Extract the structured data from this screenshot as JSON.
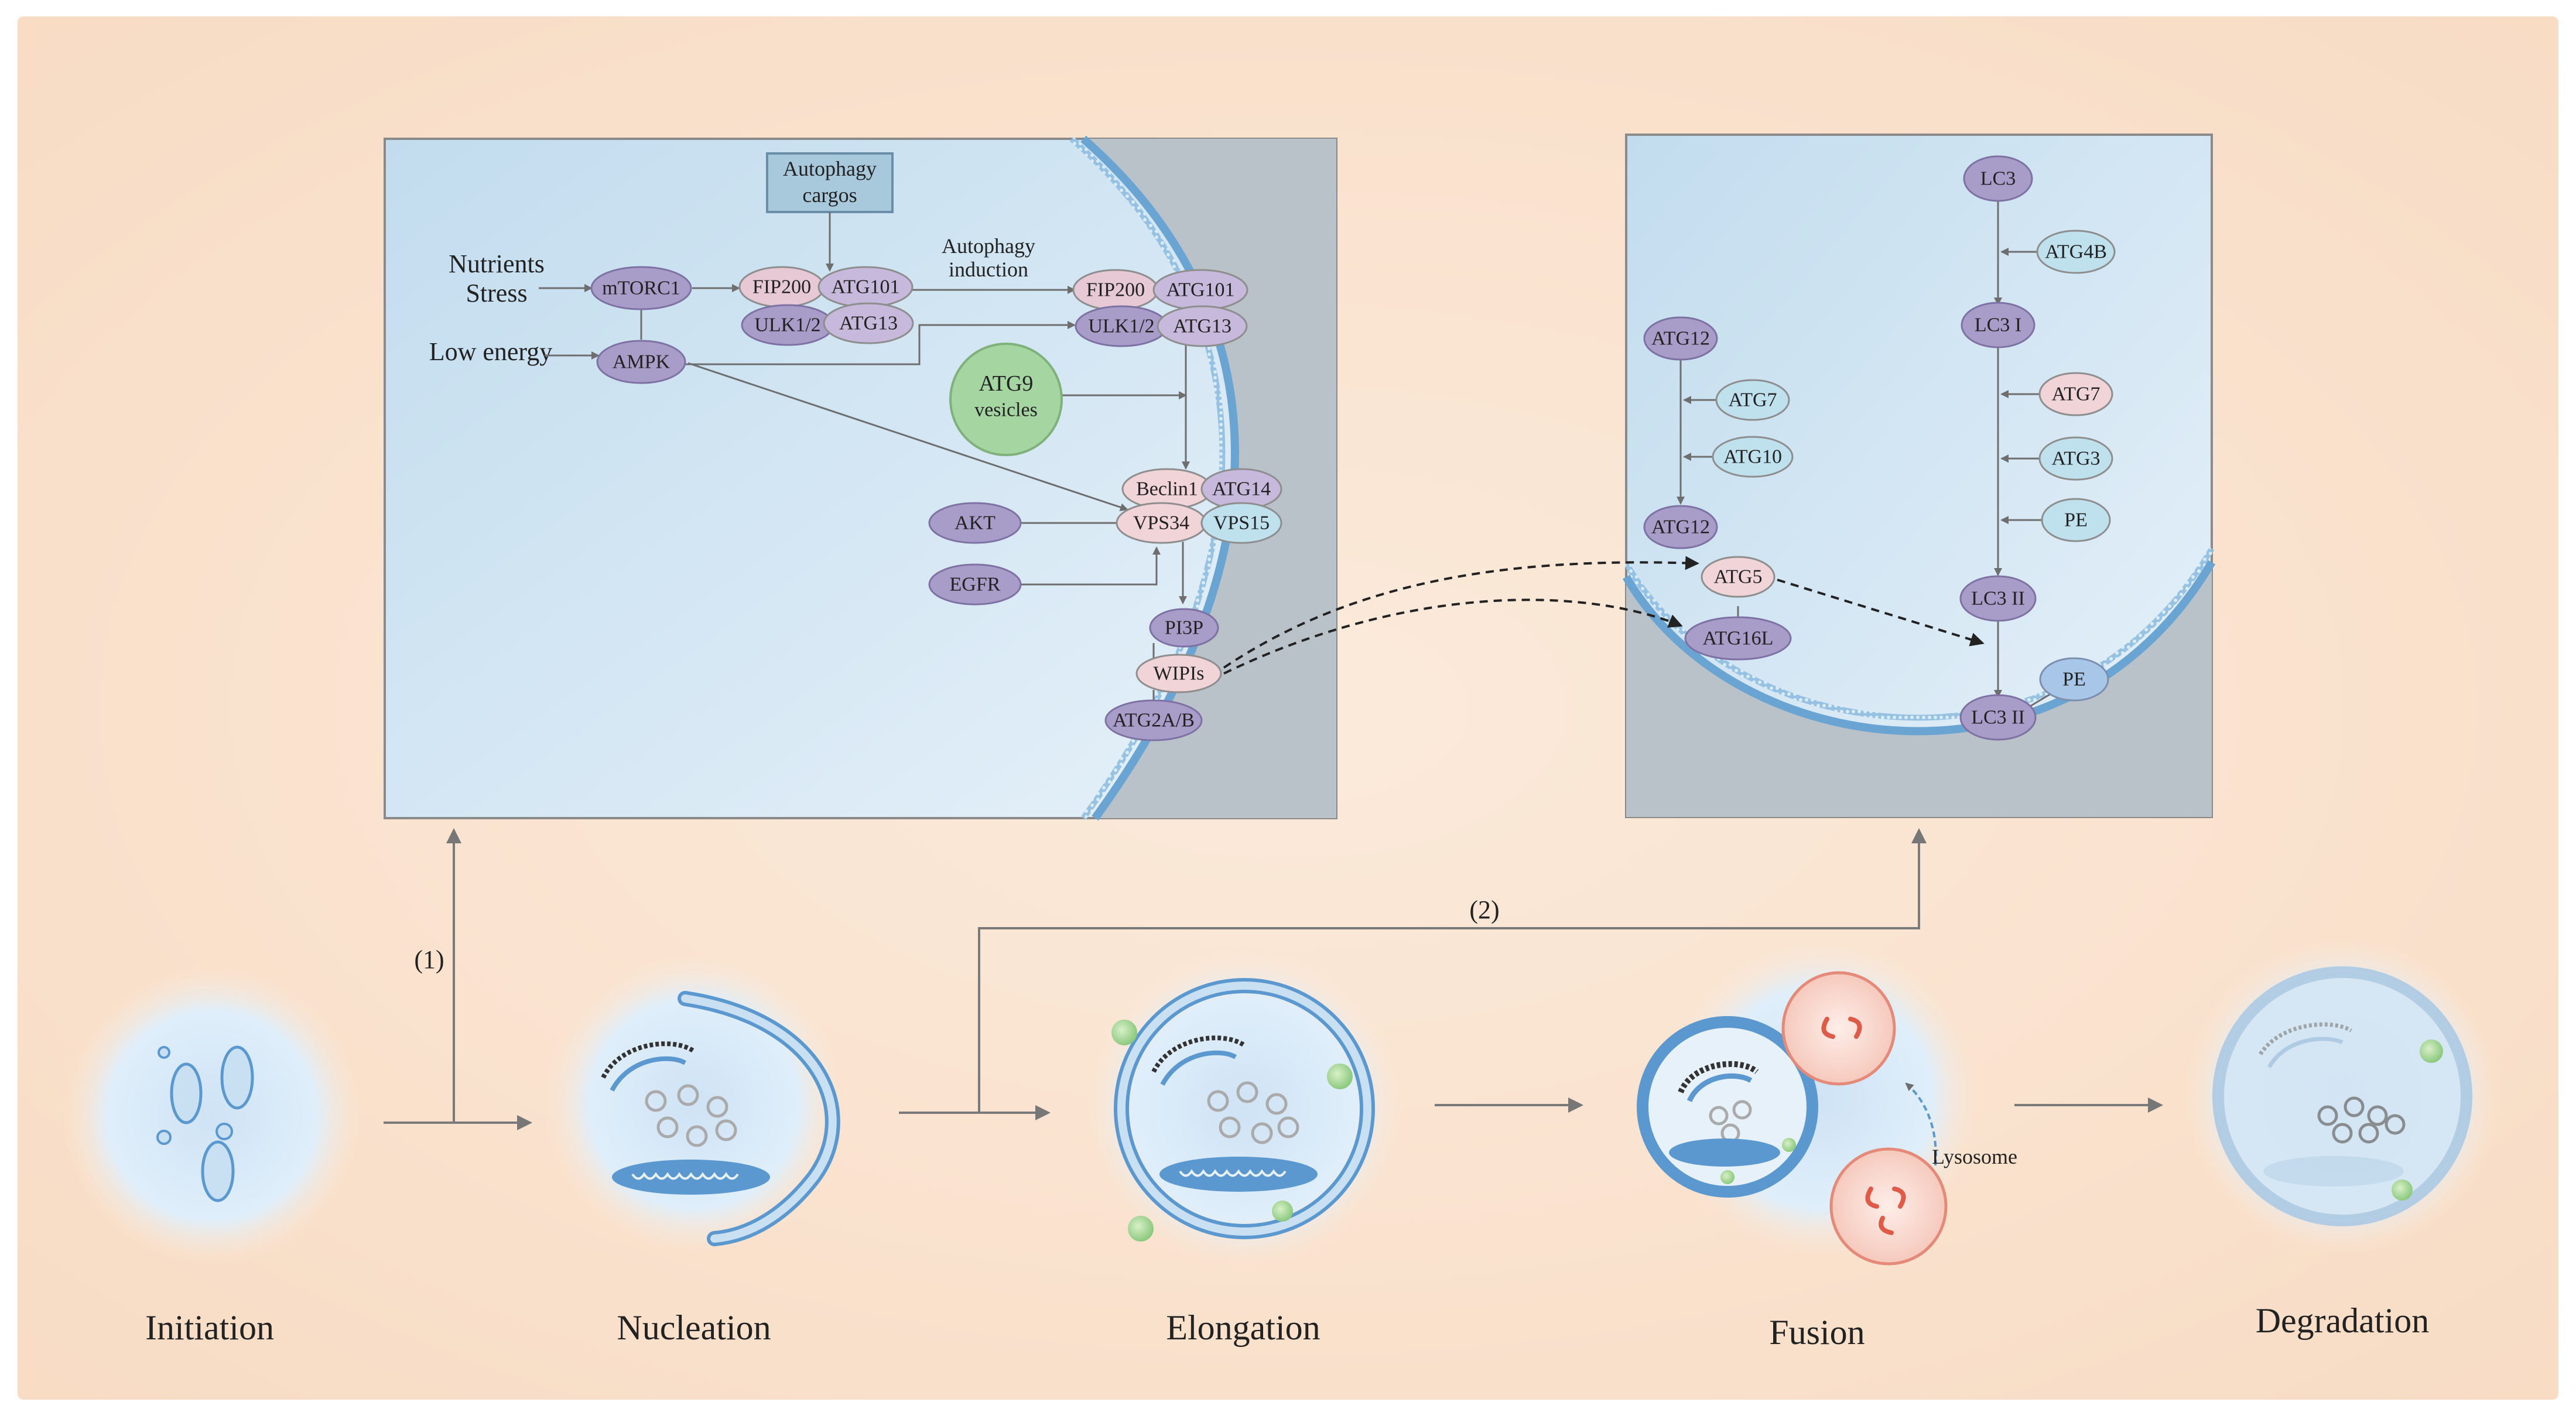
{
  "stages": [
    "Initiation",
    "Nucleation",
    "Elongation",
    "Fusion",
    "Degradation"
  ],
  "path_labels": {
    "one": "(1)",
    "two": "(2)"
  },
  "left_panel": {
    "inputs": {
      "nutrients": "Nutrients",
      "stress": "Stress",
      "low_energy": "Low energy"
    },
    "cargos": [
      "Autophagy",
      "cargos"
    ],
    "induction": [
      "Autophagy",
      "induction"
    ],
    "atg9": [
      "ATG9",
      "vesicles"
    ],
    "nodes": {
      "mtorc1": "mTORC1",
      "ampk": "AMPK",
      "fip200_a": "FIP200",
      "atg101_a": "ATG101",
      "ulk_a": "ULK1/2",
      "atg13_a": "ATG13",
      "fip200_b": "FIP200",
      "atg101_b": "ATG101",
      "ulk_b": "ULK1/2",
      "atg13_b": "ATG13",
      "beclin1": "Beclin1",
      "atg14": "ATG14",
      "vps34": "VPS34",
      "vps15": "VPS15",
      "akt": "AKT",
      "egfr": "EGFR",
      "pi3p": "PI3P",
      "wipis": "WIPIs",
      "atg2ab": "ATG2A/B"
    }
  },
  "right_panel": {
    "nodes": {
      "atg12_top": "ATG12",
      "atg7_a": "ATG7",
      "atg10": "ATG10",
      "atg12_mid": "ATG12",
      "atg5": "ATG5",
      "atg16l": "ATG16L",
      "lc3": "LC3",
      "atg4b": "ATG4B",
      "lc3_i": "LC3 I",
      "atg7_b": "ATG7",
      "atg3": "ATG3",
      "pe_a": "PE",
      "lc3_ii_a": "LC3 II",
      "pe_b": "PE",
      "lc3_ii_b": "LC3 II"
    }
  },
  "lysosome_label": "Lysosome",
  "colors": {
    "background": "#fdeedd",
    "panel": "#cfe4f2",
    "purple": "#a89cc8",
    "pink": "#f1d4d8",
    "teal": "#bfe1ee",
    "green": "#9fd39a",
    "membrane": "#5a98cf"
  }
}
